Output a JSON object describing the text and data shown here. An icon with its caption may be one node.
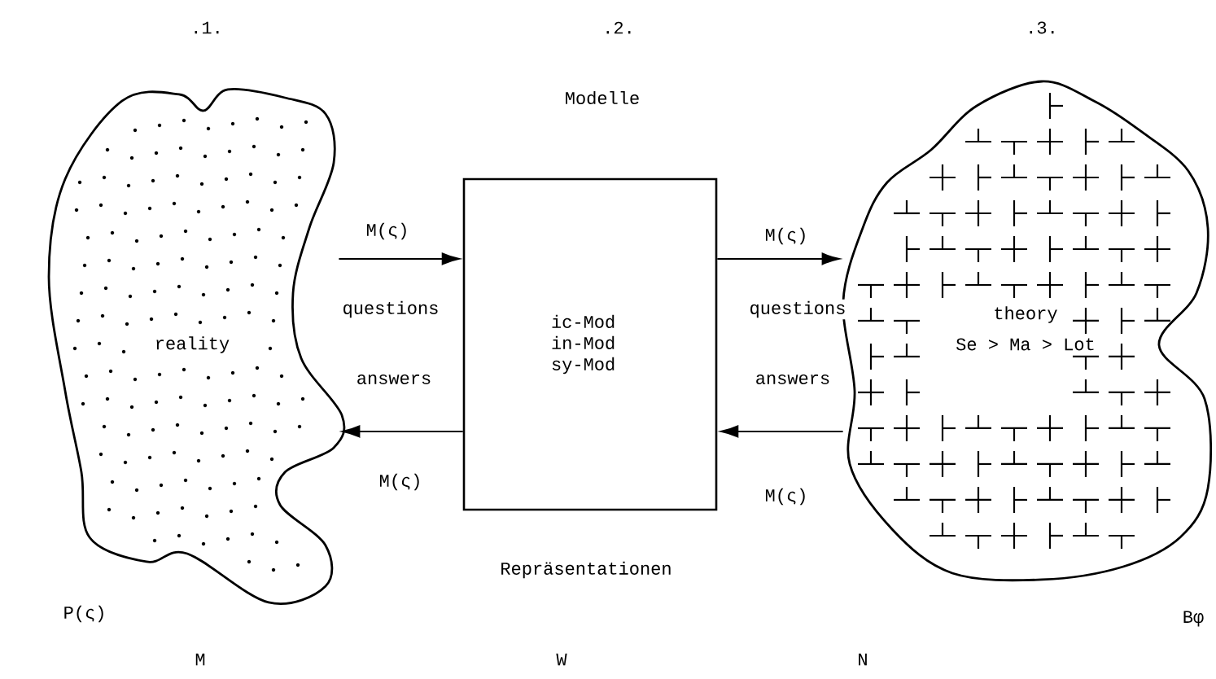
{
  "diagram": {
    "nodes": [
      {
        "text": [
          "reality"
        ],
        "beside": [
          ".1.",
          "P(ς)",
          "M"
        ]
      },
      {
        "text": [
          "ic-Mod in-Mod sy-Mod"
        ],
        "beside": [
          ".2.",
          "Modelle",
          "Repräsentationen"
        ]
      },
      {
        "text": [
          "theory",
          "Se > Ma > Lot"
        ],
        "beside": [
          ".3.",
          "Bφ"
        ]
      }
    ],
    "edges": [
      {
        "from": 0,
        "to": 1,
        "arrow": "to",
        "label": "M(ς)"
      },
      {
        "from": 1,
        "to": 0,
        "arrow": "to",
        "label": "M(ς)"
      },
      {
        "from": 1,
        "to": 2,
        "arrow": "to",
        "label": "M(ς)"
      },
      {
        "from": 2,
        "to": 1,
        "arrow": "to",
        "label": "M(ς)"
      }
    ],
    "labels": [
      "questions",
      "answers",
      "questions",
      "answers",
      "W",
      "N"
    ]
  }
}
